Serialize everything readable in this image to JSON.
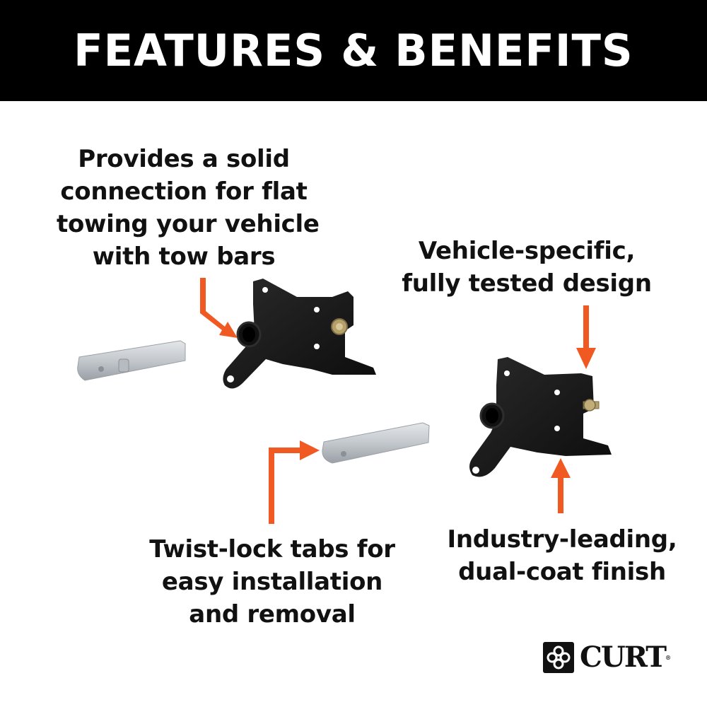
{
  "banner": {
    "title": "FEATURES & BENEFITS"
  },
  "callouts": [
    {
      "id": "solid-connection",
      "lines": [
        "Provides a solid",
        "connection for flat",
        "towing your vehicle",
        "with tow bars"
      ]
    },
    {
      "id": "vehicle-specific",
      "lines": [
        "Vehicle-specific,",
        "fully tested design"
      ]
    },
    {
      "id": "twist-lock",
      "lines": [
        "Twist-lock tabs for",
        "easy installation",
        "and removal"
      ]
    },
    {
      "id": "finish",
      "lines": [
        "Industry-leading,",
        "dual-coat finish"
      ]
    }
  ],
  "brand": {
    "name": "CURT",
    "registered": "®"
  },
  "colors": {
    "accent_arrow": "#f05a22",
    "banner_bg": "#000000",
    "bracket": "#151515",
    "pin": "#c9cdd1"
  }
}
